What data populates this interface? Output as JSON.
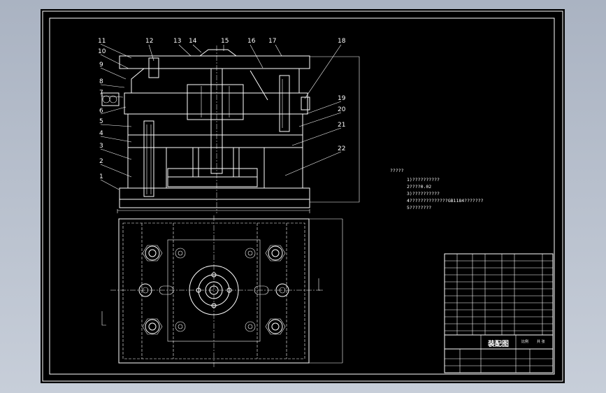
{
  "part_labels": [
    "1",
    "2",
    "3",
    "4",
    "5",
    "6",
    "7",
    "8",
    "9",
    "10",
    "11",
    "12",
    "13",
    "14",
    "15",
    "16",
    "17",
    "18",
    "19",
    "20",
    "21",
    "22"
  ],
  "notes": {
    "heading": "?????",
    "lines": [
      "1)??????????",
      "2????0.02",
      "3)??????????",
      "4??????????????GB1184???????",
      "5????????"
    ]
  },
  "title_block": {
    "drawing_title": "装配图",
    "scale_label": "比例",
    "sheet_label": "共 张"
  }
}
